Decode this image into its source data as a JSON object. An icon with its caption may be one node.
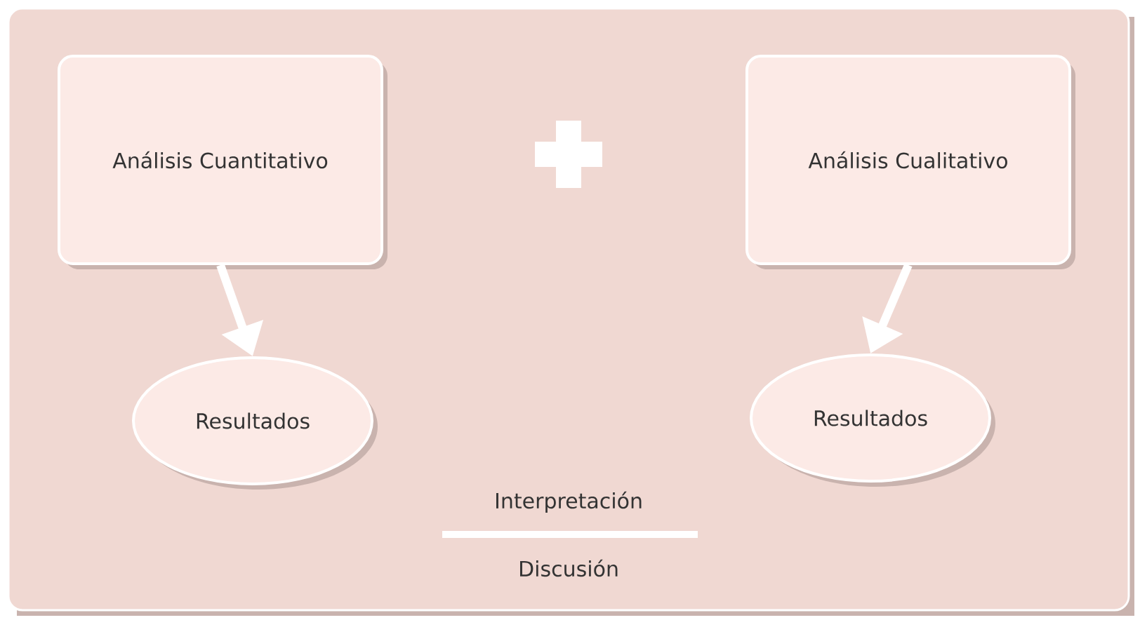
{
  "diagram": {
    "nodes": [
      {
        "text": [
          "Análisis Cuantitativo"
        ]
      },
      {
        "text": [
          "Análisis Cualitativo"
        ]
      },
      {
        "text": [
          "Resultados"
        ]
      },
      {
        "text": [
          "Resultados"
        ]
      }
    ],
    "edges": [
      {
        "from": 0,
        "to": 2,
        "arrow": "to"
      },
      {
        "from": 1,
        "to": 3,
        "arrow": "to"
      }
    ],
    "labels": [
      "Interpretación",
      "Discusión"
    ]
  }
}
